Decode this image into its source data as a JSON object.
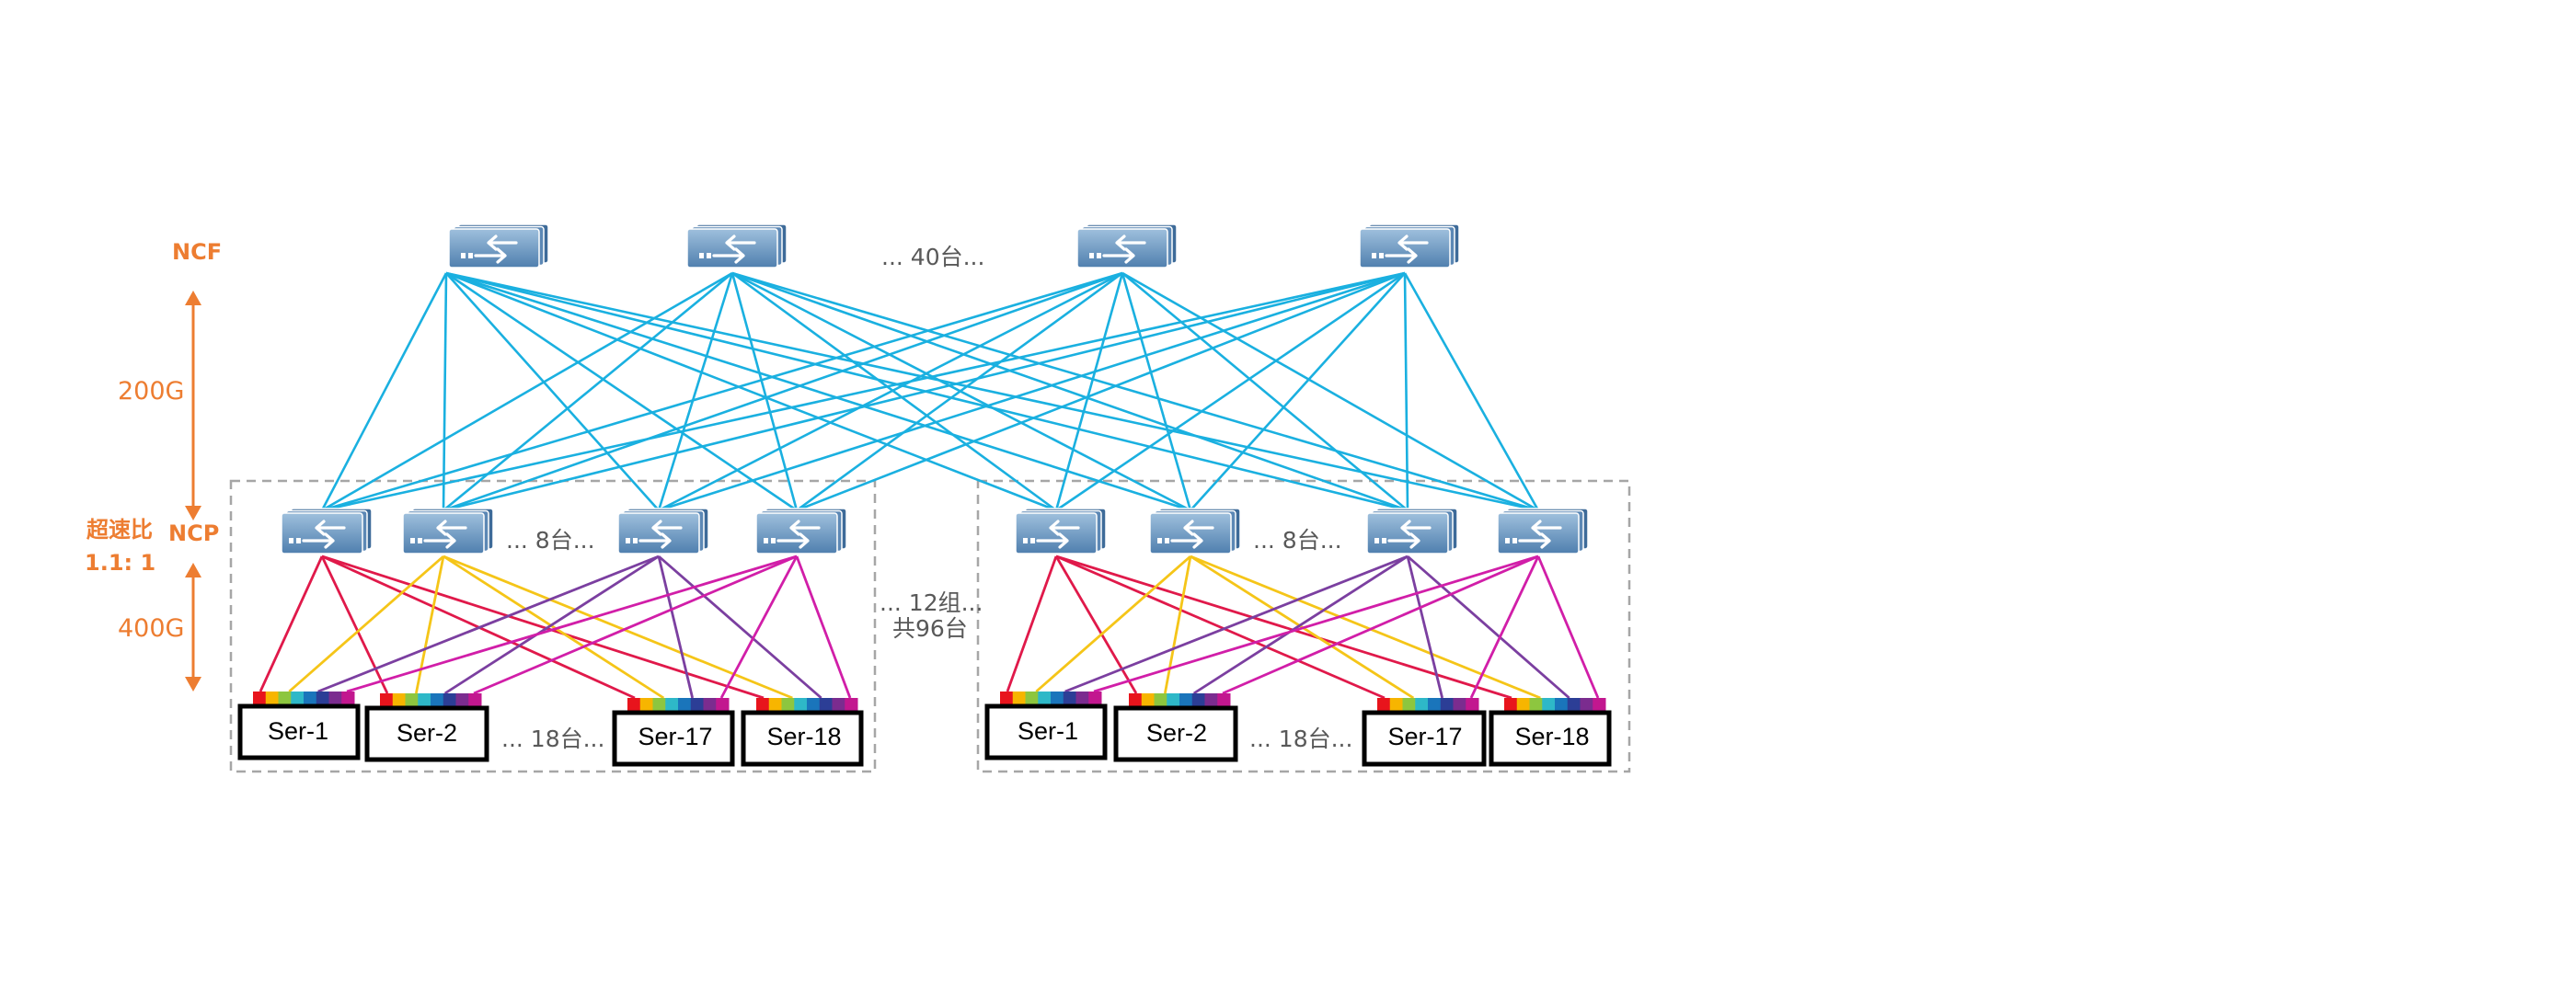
{
  "labels": {
    "ncf": "NCF",
    "ncp": "NCP",
    "bw_upper": "200G",
    "bw_lower": "400G",
    "oversub_title": "超速比",
    "oversub_value": "1.1:   1",
    "spine_ellipsis": "... 40台...",
    "leaf_ellipsis": "... 8台...",
    "server_ellipsis": "... 18台...",
    "groups_line1": "... 12组...",
    "groups_line2": "共96台"
  },
  "servers": [
    "Ser-1",
    "Ser-2",
    "Ser-17",
    "Ser-18"
  ],
  "colors": {
    "spine_links": "#1AB0E0",
    "accent_orange": "#ED7D31",
    "leaf_links": [
      "#E0194A",
      "#F5C518",
      "#7B3FA0",
      "#D11EA8"
    ],
    "nic_strip": [
      "#E8141C",
      "#F7B500",
      "#8DC63F",
      "#2EB8C8",
      "#1A75BB",
      "#2C3E96",
      "#7B2C8F",
      "#C2178F"
    ],
    "switch_body": "#6E98BE",
    "group_border": "#A6A6A6"
  },
  "icons": {
    "switch": "switch-icon",
    "arrow": "double-arrow-icon"
  }
}
